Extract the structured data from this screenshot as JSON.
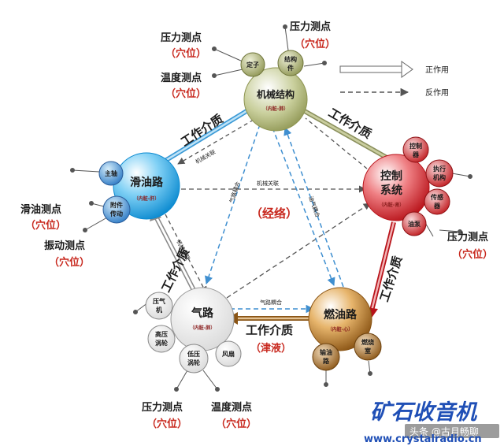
{
  "legend": {
    "positive": "正作用",
    "reverse": "反作用"
  },
  "nodes": {
    "mechanical": {
      "title": "机械结构",
      "sub": "（内脏-肺）",
      "stator": "定子",
      "structure": [
        "结构",
        "件"
      ]
    },
    "lubrication": {
      "title": "滑油路",
      "sub": "（内脏-肝）",
      "spindle": "主轴",
      "accessory": [
        "附件",
        "传动"
      ]
    },
    "control": {
      "title": [
        "控制",
        "系统"
      ],
      "sub": "（内脏-肾）",
      "controller": [
        "控制",
        "器"
      ],
      "actuator": [
        "执行",
        "机构"
      ],
      "sensor": [
        "传感",
        "器"
      ],
      "pump": "油泵"
    },
    "gas": {
      "title": "气路",
      "sub": "（内脏-肺）",
      "compressor": [
        "压气",
        "机"
      ],
      "hpt": [
        "高压",
        "涡轮"
      ],
      "lpt": [
        "低压",
        "涡轮"
      ],
      "fan": "风扇"
    },
    "fuel": {
      "title": "燃油路",
      "sub": "（内脏-心）",
      "fuel_line": [
        "输油",
        "路"
      ],
      "combustor": [
        "燃烧",
        "室"
      ]
    }
  },
  "sensors": {
    "pressure": "压力测点",
    "temperature": "温度测点",
    "lubricant": "滑油测点",
    "vibration": "振动测点",
    "acupoint": "（穴位）"
  },
  "media": {
    "working_medium": "工作介质",
    "body_fluid": "（津液）",
    "meridian": "（经络）"
  },
  "couplings": {
    "mechanical": "机械关联",
    "gas": "气路耦合",
    "oil_gas": "油气耦合"
  },
  "watermark": {
    "brand": "矿石收音机",
    "url": "www.crystalradio.cn",
    "source": "头条 @古月畅聊"
  },
  "colors": {
    "blue_node": "#1d9be0",
    "red_node": "#c0181c",
    "olive_node": "#a6b06a",
    "brown_node": "#8a5414",
    "gray_node": "#f1f1f1",
    "dash_blue": "#3f8fd0",
    "dash_gray": "#555555",
    "acupoint_red": "#c8281e"
  }
}
